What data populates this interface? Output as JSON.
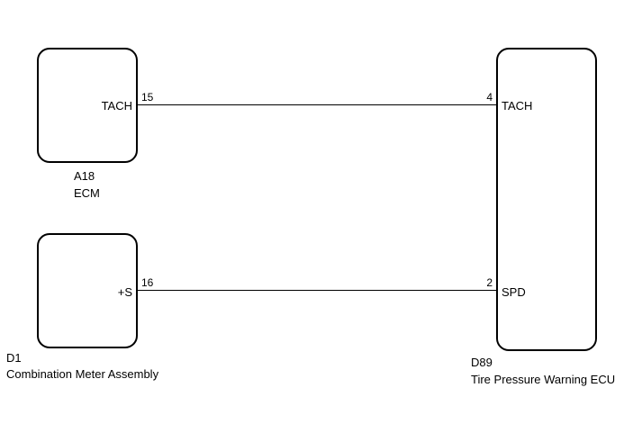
{
  "components": {
    "ecm": {
      "code": "A18",
      "name": "ECM",
      "terminal": "TACH",
      "pin": "15"
    },
    "meter": {
      "code": "D1",
      "name": "Combination Meter Assembly",
      "terminal": "+S",
      "pin": "16"
    },
    "tpms": {
      "code": "D89",
      "name": "Tire Pressure Warning ECU",
      "terminals": [
        {
          "pin": "4",
          "name": "TACH"
        },
        {
          "pin": "2",
          "name": "SPD"
        }
      ]
    }
  }
}
